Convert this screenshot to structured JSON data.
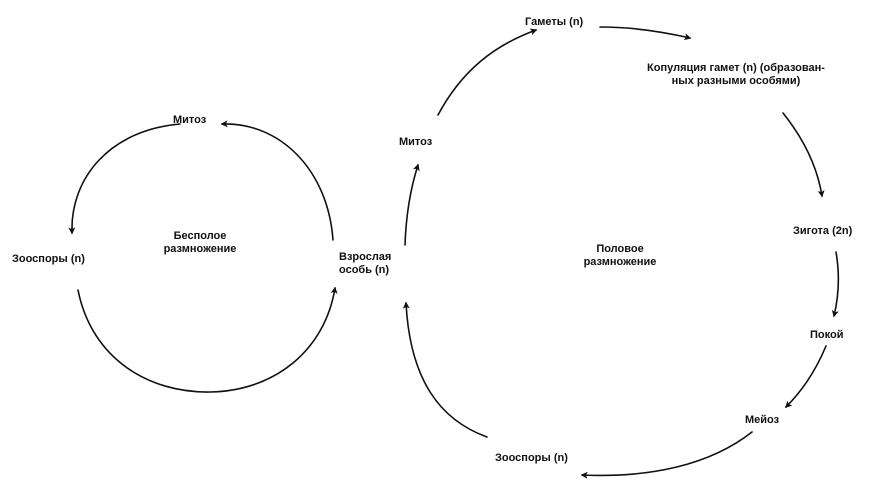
{
  "asexual": {
    "mitosis": "Митоз",
    "zoospores": "Зооспоры (n)",
    "title_line1": "Бесполое",
    "title_line2": "размножение"
  },
  "adult": {
    "line1": "Взрослая",
    "line2": "особь (n)"
  },
  "sexual": {
    "mitosis": "Митоз",
    "gametes": "Гаметы (n)",
    "copulation_line1": "Копуляция гамет (n) (образован-",
    "copulation_line2": "ных разными особями)",
    "zygote": "Зигота (2n)",
    "rest": "Покой",
    "meiosis": "Мейоз",
    "zoospores": "Зооспоры (n)",
    "title_line1": "Половое",
    "title_line2": "размножение"
  },
  "colors": {
    "stroke": "#111111",
    "background": "#ffffff"
  }
}
